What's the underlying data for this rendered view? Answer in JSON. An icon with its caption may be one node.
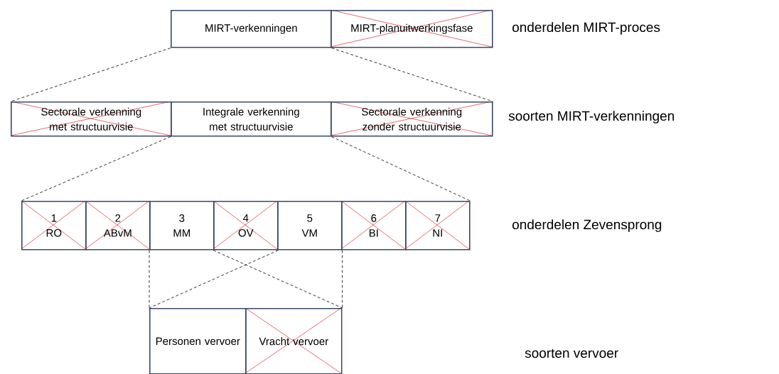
{
  "diagram": {
    "nodes": [
      {
        "text": [
          "MIRT-verkenningen"
        ]
      },
      {
        "text": [
          "MIRT-planuitwerkingsfase"
        ]
      },
      {
        "text": [
          "Sectorale verkenning met structuurvisie"
        ]
      },
      {
        "text": [
          "Integrale verkenning met structuurvisie"
        ]
      },
      {
        "text": [
          "Sectorale verkenning zonder structuurvisie"
        ]
      },
      {
        "text": [
          "1",
          "RO"
        ]
      },
      {
        "text": [
          "2",
          "ABvM"
        ]
      },
      {
        "text": [
          "3",
          "MM"
        ]
      },
      {
        "text": [
          "4",
          "OV"
        ]
      },
      {
        "text": [
          "5",
          "VM"
        ]
      },
      {
        "text": [
          "6",
          "BI"
        ]
      },
      {
        "text": [
          "7",
          "NI"
        ]
      },
      {
        "text": [
          "Personen vervoer"
        ]
      },
      {
        "text": [
          "Vracht vervoer"
        ]
      }
    ],
    "edges": [
      {
        "from": 0,
        "to": 2,
        "arrow": "none",
        "style": "dashed"
      },
      {
        "from": 0,
        "to": 4,
        "arrow": "none",
        "style": "dashed"
      },
      {
        "from": 3,
        "to": 5,
        "arrow": "none",
        "style": "dashed"
      },
      {
        "from": 3,
        "to": 11,
        "arrow": "none",
        "style": "dashed"
      },
      {
        "from": 7,
        "to": 12,
        "arrow": "none",
        "style": "dashed"
      },
      {
        "from": 8,
        "to": 12,
        "arrow": "none",
        "style": "dashed"
      },
      {
        "from": 8,
        "to": 13,
        "arrow": "none",
        "style": "dashed"
      },
      {
        "from": 9,
        "to": 13,
        "arrow": "none",
        "style": "dashed"
      }
    ],
    "labels": [
      "onderdelen MIRT-proces",
      "soorten MIRT-verkenningen",
      "onderdelen Zevensprong",
      "soorten vervoer"
    ]
  }
}
